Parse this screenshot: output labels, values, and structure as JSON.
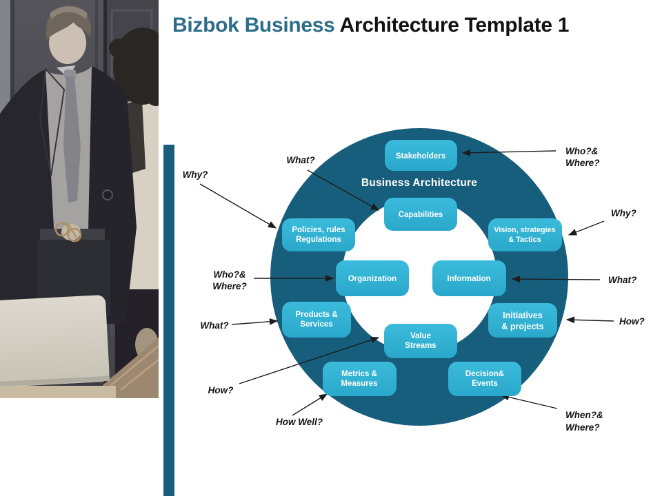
{
  "slide": {
    "title": {
      "emphasis": "Bizbok Business",
      "rest": " Architecture Template 1"
    }
  },
  "diagram": {
    "center_label": "Business Architecture",
    "boxes": {
      "stakeholders": {
        "line1": "Stakeholders"
      },
      "capabilities": {
        "line1": "Capabilities"
      },
      "policies": {
        "line1": "Policies, rules",
        "line2": "Regulations"
      },
      "vision": {
        "line1": "Vision, strategies",
        "line2": "& Tactics"
      },
      "organization": {
        "line1": "Organization"
      },
      "information": {
        "line1": "Information"
      },
      "products": {
        "line1": "Products &",
        "line2": "Services"
      },
      "initiatives": {
        "line1": "Initiatives",
        "line2": "& projects"
      },
      "value_streams": {
        "line1": "Value",
        "line2": "Streams"
      },
      "metrics": {
        "line1": "Metrics &",
        "line2": "Measures"
      },
      "decision": {
        "line1": "Decision&",
        "line2": "Events"
      }
    },
    "questions": {
      "top_left_what": "What?",
      "left_why": "Why?",
      "left_who": "Who?&",
      "left_where": "Where?",
      "left_what": "What?",
      "left_how": "How?",
      "bottom_how_well": "How Well?",
      "right_who": "Who?&",
      "right_where": "Where?",
      "right_why": "Why?",
      "right_what": "What?",
      "right_how": "How?",
      "bottom_right_when": "When?&",
      "bottom_right_where": "Where?"
    }
  },
  "colors": {
    "ring": "#175d7c",
    "box_fill": "#33b4d5",
    "accent_bar": "#1b5e7b",
    "title_accent": "#2d6d89",
    "title_text": "#121212",
    "label_text": "#121212"
  }
}
